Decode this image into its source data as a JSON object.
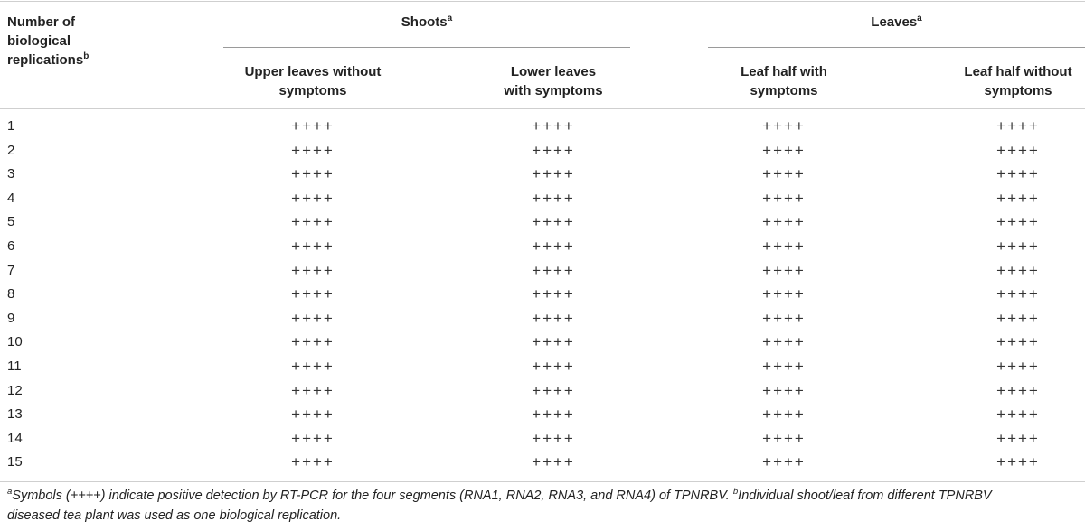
{
  "table": {
    "header": {
      "replications_label_line1": "Number of",
      "replications_label_line2": "biological",
      "replications_label_line3": "replications",
      "replications_sup": "b",
      "groups": [
        {
          "label": "Shoots",
          "sup": "a"
        },
        {
          "label": "Leaves",
          "sup": "a"
        }
      ],
      "columns": [
        {
          "line1": "Upper leaves without",
          "line2": "symptoms"
        },
        {
          "line1": "Lower leaves",
          "line2": "with symptoms"
        },
        {
          "line1": "Leaf half with",
          "line2": "symptoms"
        },
        {
          "line1": "Leaf half without",
          "line2": "symptoms"
        }
      ]
    },
    "rows": [
      {
        "n": "1",
        "values": [
          "++++",
          "++++",
          "++++",
          "++++"
        ]
      },
      {
        "n": "2",
        "values": [
          "++++",
          "++++",
          "++++",
          "++++"
        ]
      },
      {
        "n": "3",
        "values": [
          "++++",
          "++++",
          "++++",
          "++++"
        ]
      },
      {
        "n": "4",
        "values": [
          "++++",
          "++++",
          "++++",
          "++++"
        ]
      },
      {
        "n": "5",
        "values": [
          "++++",
          "++++",
          "++++",
          "++++"
        ]
      },
      {
        "n": "6",
        "values": [
          "++++",
          "++++",
          "++++",
          "++++"
        ]
      },
      {
        "n": "7",
        "values": [
          "++++",
          "++++",
          "++++",
          "++++"
        ]
      },
      {
        "n": "8",
        "values": [
          "++++",
          "++++",
          "++++",
          "++++"
        ]
      },
      {
        "n": "9",
        "values": [
          "++++",
          "++++",
          "++++",
          "++++"
        ]
      },
      {
        "n": "10",
        "values": [
          "++++",
          "++++",
          "++++",
          "++++"
        ]
      },
      {
        "n": "11",
        "values": [
          "++++",
          "++++",
          "++++",
          "++++"
        ]
      },
      {
        "n": "12",
        "values": [
          "++++",
          "++++",
          "++++",
          "++++"
        ]
      },
      {
        "n": "13",
        "values": [
          "++++",
          "++++",
          "++++",
          "++++"
        ]
      },
      {
        "n": "14",
        "values": [
          "++++",
          "++++",
          "++++",
          "++++"
        ]
      },
      {
        "n": "15",
        "values": [
          "++++",
          "++++",
          "++++",
          "++++"
        ]
      }
    ]
  },
  "footnote": {
    "a_sup": "a",
    "a_text": "Symbols (++++) indicate positive detection by RT-PCR for the four segments (RNA1, RNA2, RNA3, and RNA4) of TPNRBV. ",
    "b_sup": "b",
    "b_text_line1": "Individual shoot/leaf from different TPNRBV",
    "b_text_line2": "diseased tea plant was used as one biological replication."
  }
}
